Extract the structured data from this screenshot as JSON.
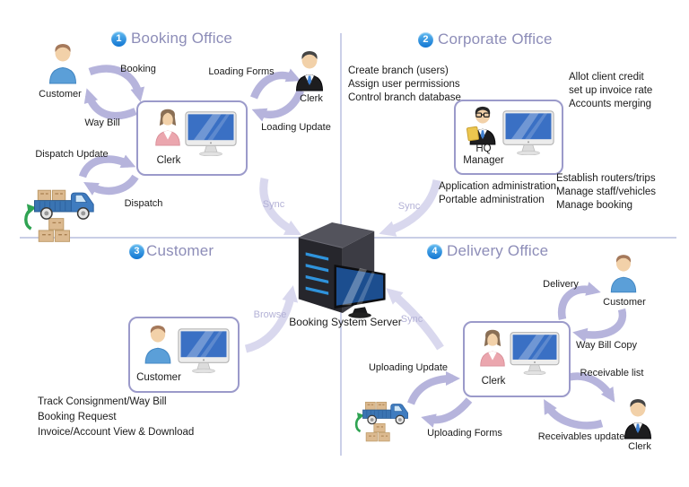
{
  "colors": {
    "arrow": "#b6b4dc",
    "arrow_light": "#d9d8ee",
    "title": "#8d8db8",
    "badge_blue": "#1e86dc",
    "divider": "#a9b0d8"
  },
  "q1": {
    "num": "1",
    "title": "Booking Office",
    "customer_label": "Customer",
    "box_label": "Clerk",
    "clerk2_label": "Clerk",
    "arrows": {
      "booking": "Booking",
      "way_bill": "Way Bill",
      "loading_forms": "Loading Forms",
      "loading_update": "Loading Update",
      "dispatch_update": "Dispatch Update",
      "dispatch": "Dispatch",
      "sync": "Sync"
    }
  },
  "q2": {
    "num": "2",
    "title": "Corporate Office",
    "box_label": "HQ Manager",
    "notes_left": [
      "Create branch (users)",
      "Assign user permissions",
      "Control branch database"
    ],
    "notes_right": [
      "Allot client credit",
      "set up invoice rate",
      "Accounts merging"
    ],
    "notes_bottom_left": [
      "Application administration",
      "Portable administration"
    ],
    "notes_bottom_right": [
      "Establish routers/trips",
      "Manage staff/vehicles",
      "Manage booking"
    ],
    "arrows": {
      "sync": "Sync"
    }
  },
  "q3": {
    "num": "3",
    "title": "Customer",
    "box_label": "Customer",
    "notes": [
      "Track Consignment/Way Bill",
      "Booking Request",
      "Invoice/Account View & Download"
    ],
    "arrows": {
      "browse": "Browse"
    }
  },
  "q4": {
    "num": "4",
    "title": "Delivery Office",
    "box_label": "Clerk",
    "customer_label": "Customer",
    "clerk2_label": "Clerk",
    "arrows": {
      "delivery": "Delivery",
      "way_bill_copy": "Way Bill Copy",
      "receivable_list": "Receivable list",
      "receivables_update": "Receivables update",
      "uploading_update": "Uploading Update",
      "uploading_forms": "Uploading Forms",
      "sync": "Sync"
    }
  },
  "center": {
    "server_label": "Booking System Server"
  }
}
